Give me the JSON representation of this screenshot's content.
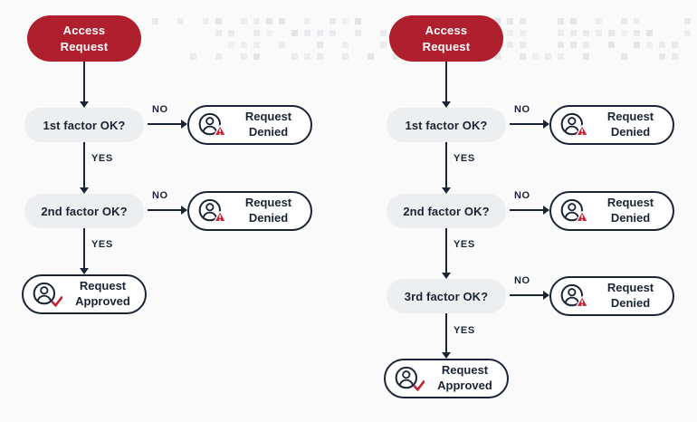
{
  "labels": {
    "yes": "YES",
    "no": "NO"
  },
  "colors": {
    "background": "#FAFAFB",
    "brand_red": "#B01F2E",
    "ink": "#1B2434",
    "pill_gray": "#ECEEF0",
    "dot": "#E2E3E6",
    "badge_red": "#C41F33"
  },
  "icons": {
    "denied": "user-alert-icon",
    "approved": "user-check-icon"
  },
  "flows": {
    "left": {
      "start": "Access\nRequest",
      "questions": [
        "1st factor OK?",
        "2nd factor OK?"
      ],
      "denied": "Request\nDenied",
      "approved": "Request\nApproved"
    },
    "right": {
      "start": "Access\nRequest",
      "questions": [
        "1st factor OK?",
        "2nd factor OK?",
        "3rd factor OK?"
      ],
      "denied": "Request\nDenied",
      "approved": "Request\nApproved"
    }
  }
}
